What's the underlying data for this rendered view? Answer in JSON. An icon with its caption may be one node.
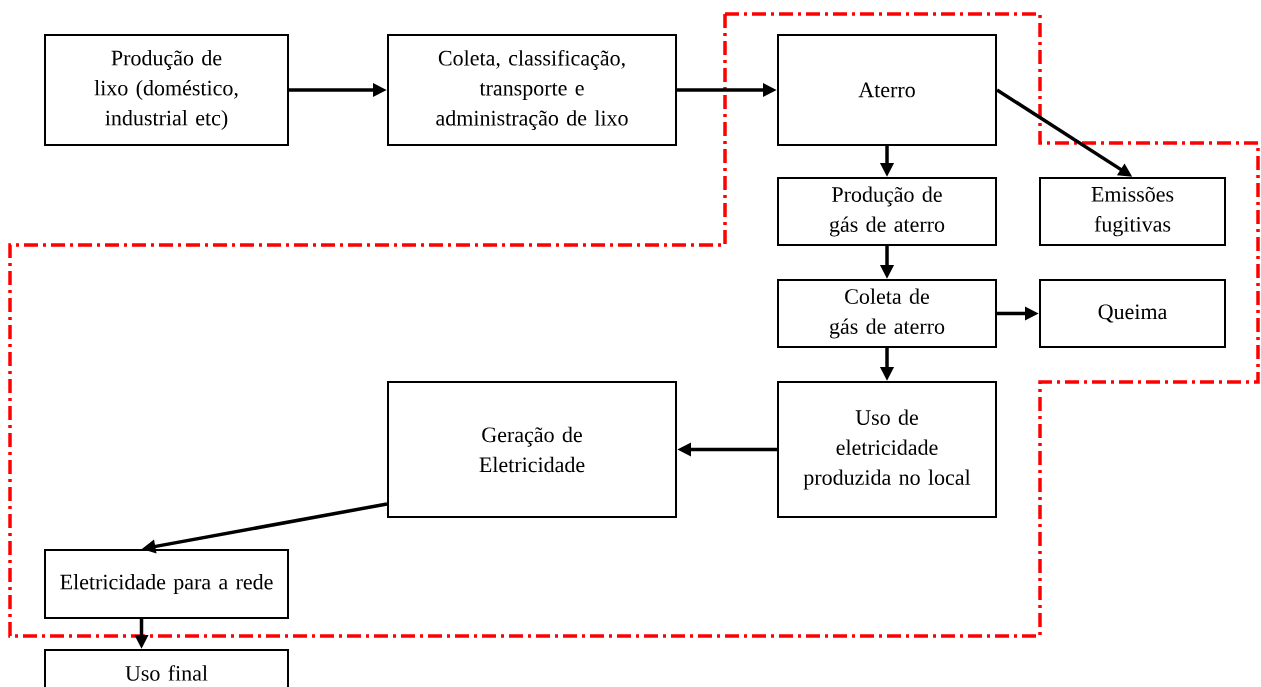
{
  "diagram": {
    "nodes": [
      {
        "text": [
          "Produção de lixo (doméstico, industrial etc)"
        ]
      },
      {
        "text": [
          "Coleta, classificação, transporte e administração de lixo"
        ]
      },
      {
        "text": [
          "Aterro"
        ]
      },
      {
        "text": [
          "Produção de gás de aterro"
        ]
      },
      {
        "text": [
          "Emissões fugitivas"
        ]
      },
      {
        "text": [
          "Coleta de gás de aterro"
        ]
      },
      {
        "text": [
          "Queima"
        ]
      },
      {
        "text": [
          "Uso de eletricidade produzida no local"
        ]
      },
      {
        "text": [
          "Geração de Eletricidade"
        ]
      },
      {
        "text": [
          "Eletricidade para a rede"
        ]
      },
      {
        "text": [
          "Uso final"
        ]
      }
    ],
    "edges": [
      {
        "from": 0,
        "to": 1,
        "arrow": "to"
      },
      {
        "from": 1,
        "to": 2,
        "arrow": "to"
      },
      {
        "from": 2,
        "to": 3,
        "arrow": "to"
      },
      {
        "from": 2,
        "to": 4,
        "arrow": "to"
      },
      {
        "from": 3,
        "to": 5,
        "arrow": "to"
      },
      {
        "from": 5,
        "to": 6,
        "arrow": "to"
      },
      {
        "from": 5,
        "to": 7,
        "arrow": "to"
      },
      {
        "from": 7,
        "to": 8,
        "arrow": "to"
      },
      {
        "from": 8,
        "to": 9,
        "arrow": "to"
      },
      {
        "from": 9,
        "to": 10,
        "arrow": "to"
      }
    ]
  }
}
